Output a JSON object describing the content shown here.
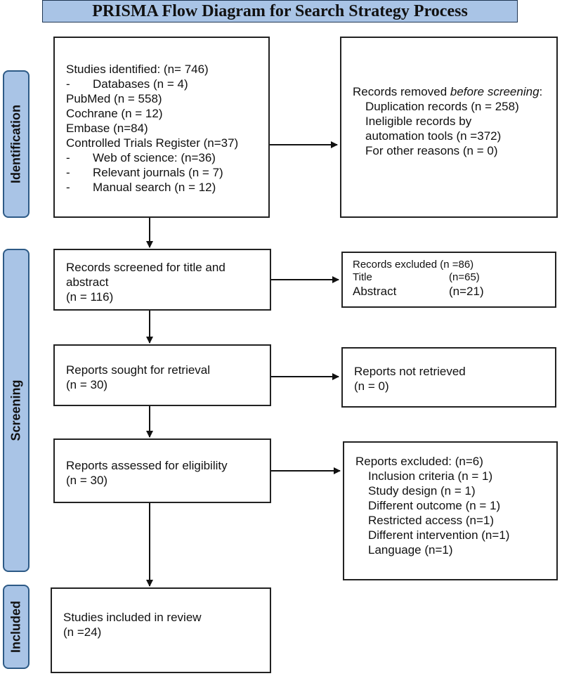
{
  "title": "PRISMA Flow Diagram for Search Strategy Process",
  "phases": {
    "identification": "Identification",
    "screening": "Screening",
    "included": "Included"
  },
  "identified": {
    "heading": "Studies identified: (n= 746)",
    "databases": "Databases (n = 4)",
    "pubmed": "PubMed (n = 558)",
    "cochrane": "Cochrane (n = 12)",
    "embase": "Embase (n=84)",
    "controlled_trials": "Controlled Trials Register (n=37)",
    "web_of_science": "Web of science: (n=36)",
    "relevant_journals": "Relevant journals (n = 7)",
    "manual_search": "Manual search (n = 12)",
    "dash": "-"
  },
  "removed": {
    "heading_prefix": "Records removed ",
    "heading_italic": "before screening",
    "heading_suffix": ":",
    "duplication": "Duplication records (n = 258)",
    "ineligible_line1": "Ineligible records by",
    "ineligible_line2": "automation tools (n =372)",
    "other": "For other reasons (n = 0)"
  },
  "screened": {
    "line1": "Records screened for title and",
    "line2": "abstract",
    "line3": "(n = 116)"
  },
  "excluded": {
    "heading": "Records excluded (n =86)",
    "title_label": "Title",
    "title_value": "(n=65)",
    "abstract_label": "Abstract",
    "abstract_value": "(n=21)"
  },
  "sought": {
    "line1": "Reports sought for retrieval",
    "line2": "(n = 30)"
  },
  "not_retrieved": {
    "line1": "Reports not retrieved",
    "line2": "(n = 0)"
  },
  "assessed": {
    "line1": "Reports assessed for eligibility",
    "line2": "(n = 30)"
  },
  "reports_excluded": {
    "heading": "Reports excluded: (n=6)",
    "items": [
      "Inclusion criteria (n = 1)",
      "Study design (n = 1)",
      "Different outcome (n = 1)",
      "Restricted access (n=1)",
      "Different intervention (n=1)",
      "Language (n=1)"
    ]
  },
  "included": {
    "line1": "Studies included in review",
    "line2": "(n =24)"
  }
}
